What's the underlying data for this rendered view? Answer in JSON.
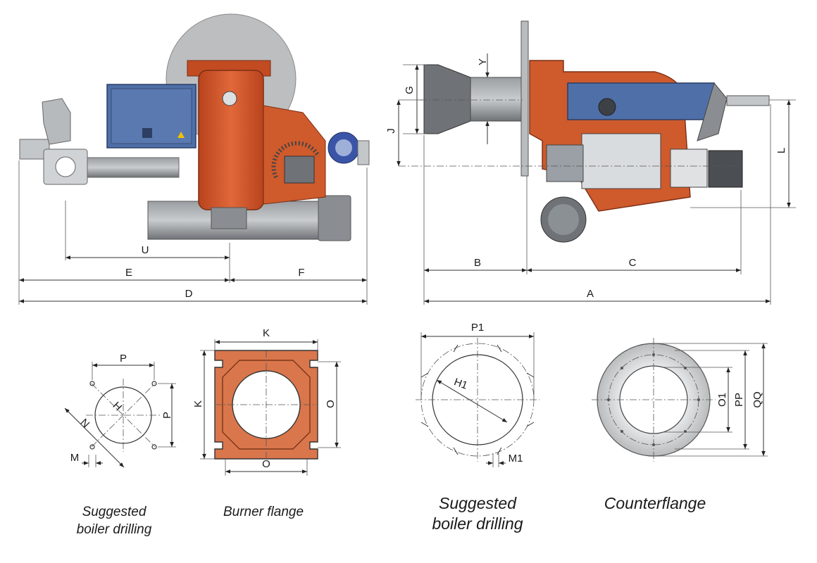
{
  "colors": {
    "burner_orange": "#d2552a",
    "flange_orange": "#d9764b",
    "panel_blue": "#4f6fa8",
    "steel_gray": "#7d8287",
    "light_gray": "#c7cacd",
    "fan_gray": "#b7b9bb"
  },
  "dimensions": {
    "side_view": [
      "U",
      "E",
      "F",
      "D"
    ],
    "front_view": [
      "Y",
      "G",
      "J",
      "L",
      "B",
      "C",
      "A"
    ],
    "drilling_small": [
      "P",
      "P",
      "H",
      "N",
      "M"
    ],
    "burner_flange": [
      "K",
      "K",
      "O",
      "O"
    ],
    "drilling_large": [
      "P1",
      "H1",
      "M1"
    ],
    "counterflange": [
      "O1",
      "PP",
      "QQ"
    ]
  },
  "captions": {
    "drilling_small_line1": "Suggested",
    "drilling_small_line2": "boiler drilling",
    "burner_flange": "Burner flange",
    "drilling_large_line1": "Suggested",
    "drilling_large_line2": "boiler drilling",
    "counterflange": "Counterflange"
  },
  "icons": [
    "arrow-head-icon"
  ]
}
